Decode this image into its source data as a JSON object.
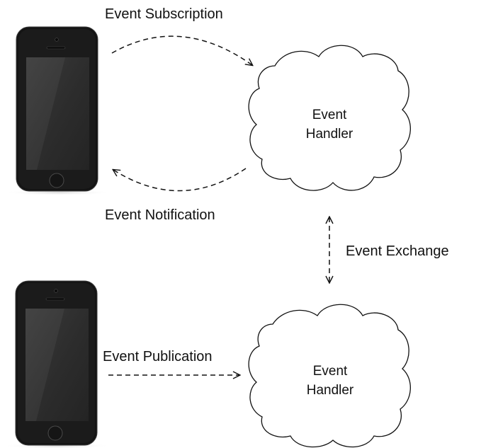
{
  "diagram": {
    "nodes": {
      "handler_top": {
        "line1": "Event",
        "line2": "Handler"
      },
      "handler_bottom": {
        "line1": "Event",
        "line2": "Handler"
      }
    },
    "edges": {
      "subscription": "Event Subscription",
      "notification": "Event Notification",
      "exchange": "Event Exchange",
      "publication": "Event Publication"
    }
  },
  "colors": {
    "phone_body": "#1a1a1a",
    "phone_screen": "#2f2f2f",
    "arrow": "#111111"
  }
}
